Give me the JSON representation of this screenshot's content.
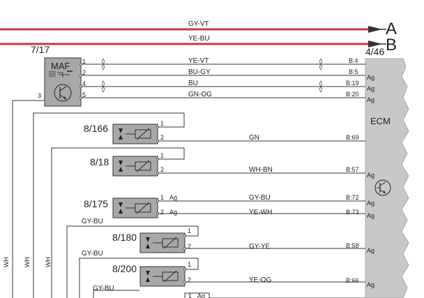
{
  "busses": [
    {
      "color_code": "GY-VT",
      "terminal": "A",
      "line_color": "#c8374d"
    },
    {
      "color_code": "YE-BU",
      "terminal": "B",
      "line_color": "#c8374d"
    }
  ],
  "maf": {
    "ref": "7/17",
    "label": "MAF",
    "pins": [
      {
        "num": "1",
        "color": "YE-VT",
        "ecm_pin": "B:4"
      },
      {
        "num": "2",
        "color": "BU-GY",
        "ecm_pin": "B:5",
        "ag": "Ag"
      },
      {
        "num": "4",
        "color": "BU",
        "ecm_pin": "B:19",
        "ag": "Ag"
      },
      {
        "num": "5",
        "color": "GN-OG",
        "ecm_pin": "B:20",
        "ag": "Ag"
      }
    ],
    "side_pin": "3"
  },
  "ecm": {
    "ref": "4/46",
    "label": "ECM"
  },
  "components": [
    {
      "ref": "8/166",
      "pin1": "1",
      "pin2": "2",
      "wire_color": "GN",
      "ecm_pin": "B:69",
      "pin1_ag": "",
      "pin2_ag": "",
      "extra_color": "",
      "extra_pin": "",
      "ag": ""
    },
    {
      "ref": "8/18",
      "pin1": "1",
      "pin2": "2",
      "wire_color": "WH-BN",
      "ecm_pin": "B:57",
      "pin1_ag": "",
      "pin2_ag": "",
      "extra_color": "",
      "extra_pin": "",
      "ag": "Ag"
    },
    {
      "ref": "8/175",
      "pin1": "1",
      "pin2": "2",
      "wire_color": "GY-BU",
      "ecm_pin": "B:72",
      "pin1_ag": "Ag",
      "pin2_ag": "Ag",
      "extra_color": "YE-WH",
      "extra_pin": "B:73",
      "ag": "Ag"
    },
    {
      "ref": "8/180",
      "pin1": "1",
      "pin2": "2",
      "wire_color": "GY-YE",
      "ecm_pin": "B:58",
      "pin1_ag": "",
      "pin2_ag": "",
      "extra_color": "",
      "extra_pin": "",
      "ag": "Ag"
    },
    {
      "ref": "8/200",
      "pin1": "1",
      "pin2": "2",
      "wire_color": "YE-OG",
      "ecm_pin": "B:66",
      "pin1_ag": "",
      "pin2_ag": "",
      "extra_color": "",
      "extra_pin": "",
      "ag": "Ag"
    }
  ],
  "side_wires": {
    "gybu_1": "GY-BU",
    "gybu_2": "GY-BU",
    "gybu_3": "GY-BU",
    "wh_1": "WH",
    "wh_2": "WH",
    "wh_3": "WH"
  },
  "partial": {
    "pin": "1",
    "ag": "Ag"
  },
  "colors": {
    "bus": "#c8374d",
    "component_fill": "#a8a8a8",
    "ecm_fill": "#c8c8c8"
  }
}
